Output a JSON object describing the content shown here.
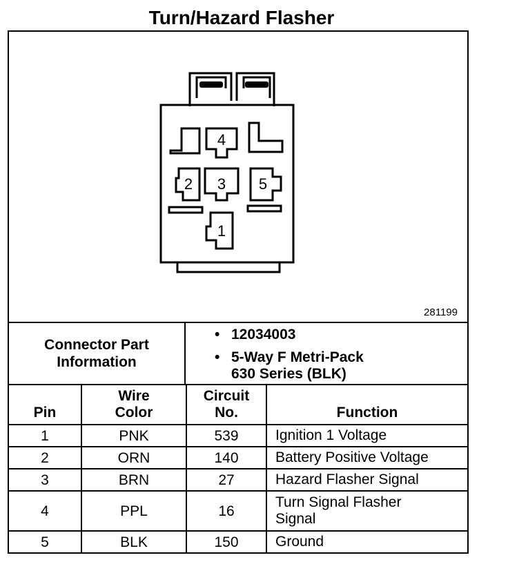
{
  "title": "Turn/Hazard Flasher",
  "figure_id": "281199",
  "connector": {
    "label_line1": "Connector Part",
    "label_line2": "Information",
    "bullet": "•",
    "part_number": "12034003",
    "description_line1": "5-Way F Metri-Pack",
    "description_line2": "630 Series (BLK)"
  },
  "diagram": {
    "pins": [
      "1",
      "2",
      "3",
      "4",
      "5"
    ]
  },
  "table": {
    "headers": {
      "pin": "Pin",
      "wire_line1": "Wire",
      "wire_line2": "Color",
      "circuit_line1": "Circuit",
      "circuit_line2": "No.",
      "function": "Function"
    },
    "rows": [
      {
        "pin": "1",
        "color": "PNK",
        "circuit": "539",
        "function": "Ignition 1 Voltage"
      },
      {
        "pin": "2",
        "color": "ORN",
        "circuit": "140",
        "function": "Battery Positive Voltage"
      },
      {
        "pin": "3",
        "color": "BRN",
        "circuit": "27",
        "function": "Hazard Flasher Signal"
      },
      {
        "pin": "4",
        "color": "PPL",
        "circuit": "16",
        "function_line1": "Turn Signal Flasher",
        "function_line2": "Signal"
      },
      {
        "pin": "5",
        "color": "BLK",
        "circuit": "150",
        "function": "Ground"
      }
    ]
  }
}
